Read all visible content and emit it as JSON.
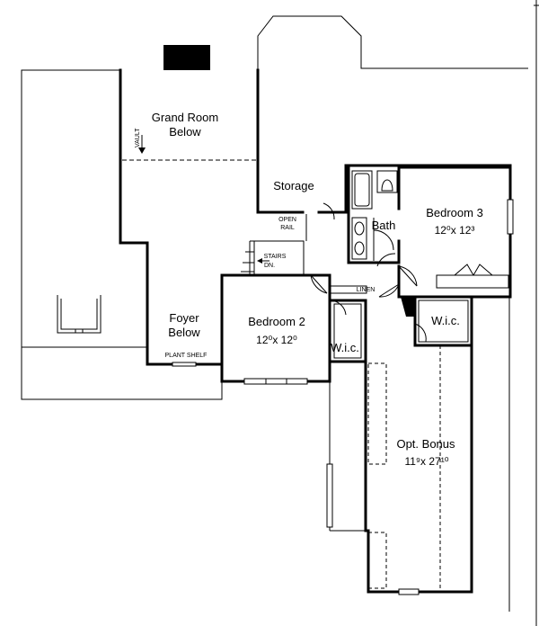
{
  "rooms": {
    "grand_room": {
      "line1": "Grand Room",
      "line2": "Below",
      "vault": "VAULT"
    },
    "storage": "Storage",
    "open_rail": {
      "line1": "OPEN",
      "line2": "RAIL"
    },
    "stairs": {
      "line1": "STAIRS",
      "line2": "DN."
    },
    "bath": "Bath",
    "linen": "LINEN",
    "bedroom3": {
      "name": "Bedroom 3",
      "dim": "12⁰x 12³"
    },
    "bedroom2": {
      "name": "Bedroom 2",
      "dim": "12⁰x 12⁰"
    },
    "foyer": {
      "line1": "Foyer",
      "line2": "Below"
    },
    "plant_shelf": "PLANT SHELF",
    "wic_left": "W.i.c.",
    "wic_right": "W.i.c.",
    "bonus": {
      "name": "Opt. Bonus",
      "dim": "11⁹x 27¹⁰"
    }
  },
  "colors": {
    "line": "#000000",
    "background": "#ffffff"
  }
}
